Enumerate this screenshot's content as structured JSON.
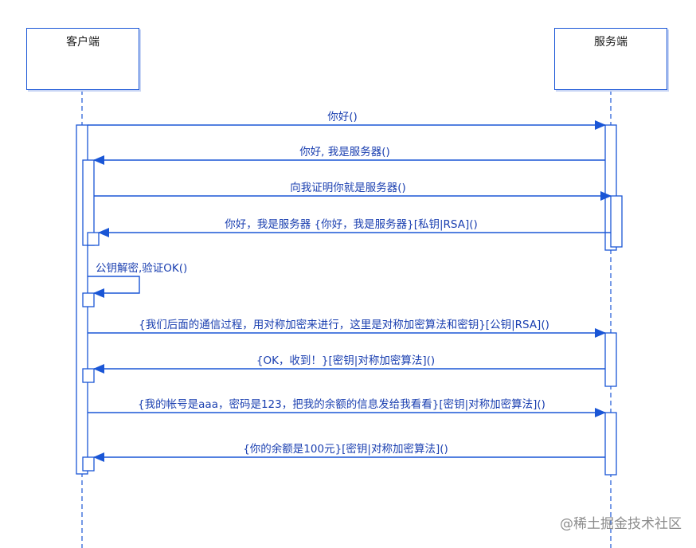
{
  "participants": {
    "client": "客户端",
    "server": "服务端"
  },
  "messages": [
    {
      "label": "你好()"
    },
    {
      "label": "你好, 我是服务器()"
    },
    {
      "label": "向我证明你就是服务器()"
    },
    {
      "label": "你好，我是服务器 {你好，我是服务器}[私钥|RSA]()"
    },
    {
      "label": "公钥解密,验证OK()"
    },
    {
      "label": "{我们后面的通信过程，用对称加密来进行，这里是对称加密算法和密钥}[公钥|RSA]()"
    },
    {
      "label": "{OK，收到！}[密钥|对称加密算法]()"
    },
    {
      "label": "{我的帐号是aaa，密码是123，把我的余额的信息发给我看看}[密钥|对称加密算法]()"
    },
    {
      "label": "{你的余额是100元}[密钥|对称加密算法]()"
    }
  ],
  "watermark": "@稀土掘金技术社区",
  "colors": {
    "line": "#1a56d6",
    "text": "#1a3fb0"
  }
}
